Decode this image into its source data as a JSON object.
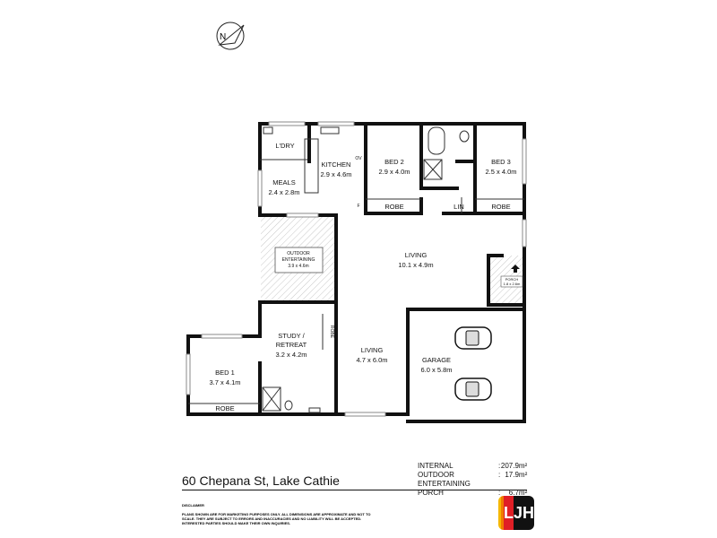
{
  "compass": {
    "letter": "N",
    "icon": "north-arrow-icon"
  },
  "rooms": {
    "ldry": {
      "name": "L'DRY"
    },
    "meals": {
      "name": "MEALS",
      "size": "2.4 x 2.8m"
    },
    "kitchen": {
      "name": "KITCHEN",
      "size": "2.9 x 4.6m",
      "oven": "OV",
      "fridge": "F"
    },
    "bed2": {
      "name": "BED 2",
      "size": "2.9 x 4.0m",
      "robe": "ROBE"
    },
    "bed3": {
      "name": "BED 3",
      "size": "2.5 x 4.0m",
      "robe": "ROBE"
    },
    "lin": {
      "name": "LIN"
    },
    "outdoor": {
      "name1": "OUTDOOR",
      "name2": "ENTERTAINING",
      "size": "3.9 x 4.6m"
    },
    "living_main": {
      "name": "LIVING",
      "size": "10.1 x 4.9m"
    },
    "porch": {
      "name": "PORCH",
      "size": "1.8 x 2.6m"
    },
    "study": {
      "name1": "STUDY /",
      "name2": "RETREAT",
      "size": "3.2 x 4.2m",
      "robe": "ROBE"
    },
    "living_lower": {
      "name": "LIVING",
      "size": "4.7 x 6.0m"
    },
    "garage": {
      "name": "GARAGE",
      "size": "6.0 x 5.8m"
    },
    "bed1": {
      "name": "BED 1",
      "size": "3.7 x 4.1m",
      "robe": "ROBE"
    }
  },
  "footer": {
    "address": "60 Chepana St, Lake Cathie",
    "areas": [
      {
        "label": "INTERNAL",
        "sep": ":",
        "value": "207.9m²"
      },
      {
        "label": "OUTDOOR ENTERTAINING",
        "sep": ":",
        "value": "17.9m²"
      },
      {
        "label": "PORCH",
        "sep": ":",
        "value": "6.7m²"
      }
    ],
    "disclaimer_title": "DISCLAIMER",
    "disclaimer_text": "PLANS SHOWN ARE FOR MARKETING PURPOSES ONLY. ALL DIMENSIONS ARE APPROXIMATE AND NOT TO SCALE. THEY ARE SUBJECT TO ERRORS AND INACCURACIES AND NO LIABILITY WILL BE ACCEPTED. INTERESTED PARTIES SHOULD MAKE THEIR OWN INQUIRIES.",
    "logo_left": "L",
    "logo_right": "JH"
  },
  "colors": {
    "wall": "#111111",
    "hatch": "#c8c8c8",
    "logo_red": "#e01f26",
    "logo_yellow": "#f5b800",
    "logo_orange": "#f07a00"
  }
}
